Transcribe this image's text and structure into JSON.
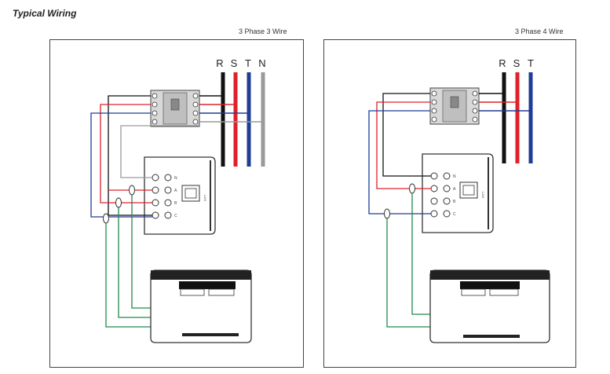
{
  "page": {
    "heading": "Typical Wiring"
  },
  "panels": [
    {
      "title": "3 Phase 3 Wire",
      "phases": [
        "R",
        "S",
        "T",
        "N"
      ],
      "phase_colors": [
        "#111111",
        "#e0202a",
        "#1f3c96",
        "#9a9a9a"
      ],
      "meter_terminals": [
        "N",
        "A",
        "B",
        "C"
      ],
      "port_label": "LAN"
    },
    {
      "title": "3 Phase 4 Wire",
      "phases": [
        "R",
        "S",
        "T"
      ],
      "phase_colors": [
        "#111111",
        "#e0202a",
        "#1f3c96"
      ],
      "meter_terminals": [
        "N",
        "A",
        "B",
        "C"
      ],
      "port_label": "LAN"
    }
  ],
  "colors": {
    "black": "#111111",
    "red": "#e0202a",
    "blue": "#1f3c96",
    "gray": "#9a9a9a",
    "green": "#1f8a4c",
    "device_fill": "#ffffff",
    "device_stroke": "#333333",
    "breaker_fill": "#d8d8d8"
  }
}
